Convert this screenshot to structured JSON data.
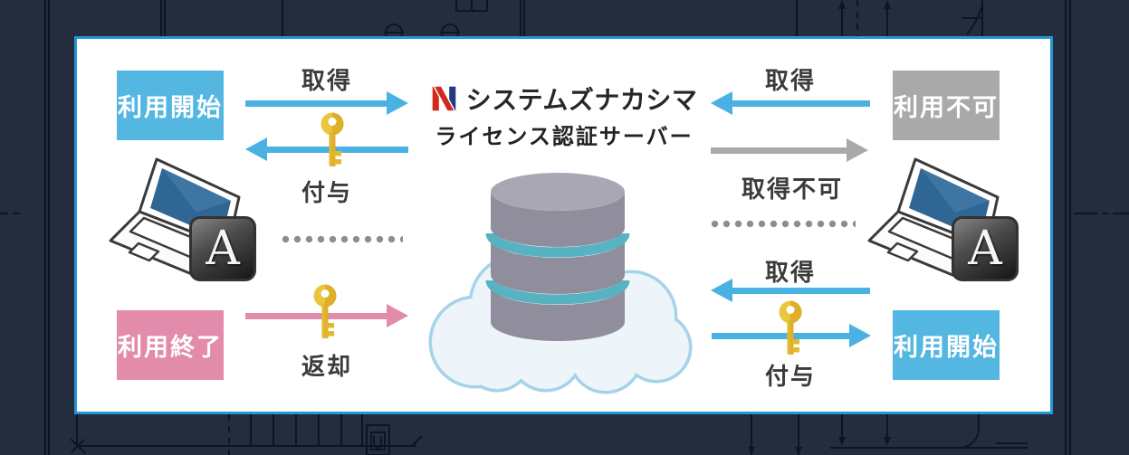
{
  "diagram": {
    "server": {
      "brand": "システムズナカシマ",
      "subtitle": "ライセンス認証サーバー"
    },
    "left_client": {
      "start_status": "利用開始",
      "acquire_label": "取得",
      "grant_label": "付与",
      "end_status": "利用終了",
      "return_label": "返却",
      "app_letter": "A"
    },
    "right_client": {
      "unavailable_status": "利用不可",
      "acquire_top_label": "取得",
      "not_acquired_label": "取得不可",
      "acquire_bottom_label": "取得",
      "grant_label": "付与",
      "start_status": "利用開始",
      "app_letter": "A"
    },
    "colors": {
      "accent_blue": "#49b2e3",
      "status_blue": "#54b7e2",
      "status_pink": "#e28bab",
      "status_gray": "#a9a9a9",
      "key_gold": "#e4b82e",
      "db_teal": "#57b2c2",
      "cloud_outline": "#a6d2ea",
      "panel_border": "#2496da",
      "background_navy": "#232d3e"
    }
  }
}
